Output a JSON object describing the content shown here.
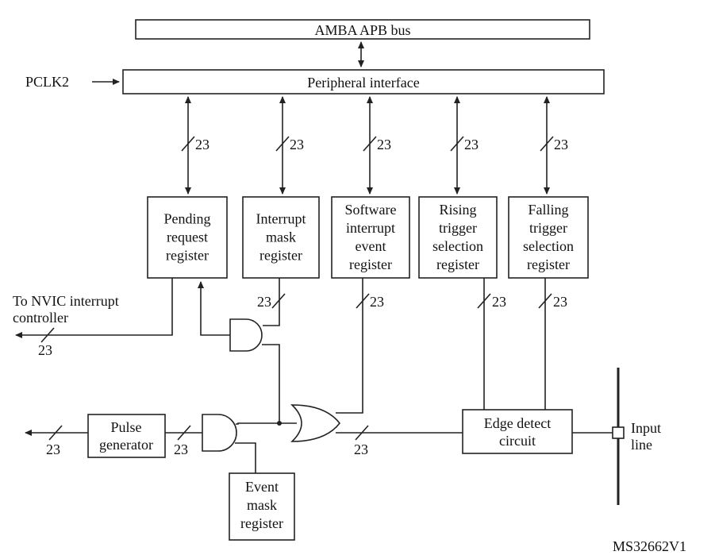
{
  "bus": {
    "label": "AMBA APB bus"
  },
  "peripheral": {
    "label": "Peripheral interface",
    "clock_label": "PCLK2"
  },
  "bus_width_label": "23",
  "registers": [
    {
      "id": "pending",
      "lines": [
        "Pending",
        "request",
        "register"
      ]
    },
    {
      "id": "interrupt-mask",
      "lines": [
        "Interrupt",
        "mask",
        "register"
      ]
    },
    {
      "id": "software-interrupt-event",
      "lines": [
        "Software",
        "interrupt",
        "event",
        "register"
      ]
    },
    {
      "id": "rising-trigger",
      "lines": [
        "Rising",
        "trigger",
        "selection",
        "register"
      ]
    },
    {
      "id": "falling-trigger",
      "lines": [
        "Falling",
        "trigger",
        "selection",
        "register"
      ]
    }
  ],
  "nvic": {
    "lines": [
      "To NVIC interrupt",
      "controller"
    ]
  },
  "pulse_generator": {
    "lines": [
      "Pulse",
      "generator"
    ]
  },
  "edge_detect": {
    "lines": [
      "Edge detect",
      "circuit"
    ]
  },
  "event_mask": {
    "lines": [
      "Event",
      "mask",
      "register"
    ]
  },
  "input_line": {
    "lines": [
      "Input",
      "line"
    ]
  },
  "footer_id": "MS32662V1"
}
